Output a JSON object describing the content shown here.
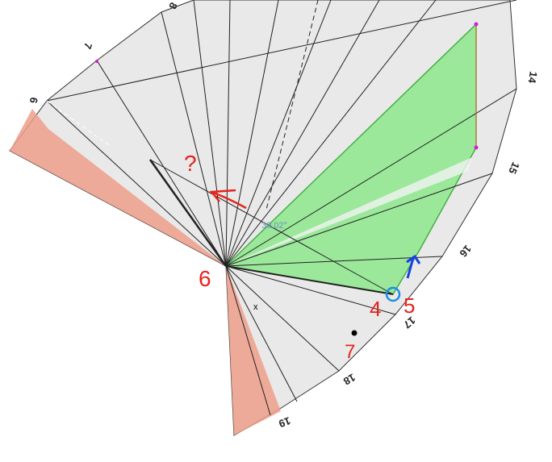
{
  "edge_labels": [
    "6",
    "7",
    "8",
    "14",
    "15",
    "16",
    "17",
    "18",
    "19"
  ],
  "angle_label": "39.02°",
  "annotations": {
    "question_mark": "?",
    "hub_number": "6",
    "point_4": "4",
    "point_5": "5",
    "point_7": "7"
  },
  "axis_indicator": "x",
  "colors": {
    "green_fill": "#8ee88e",
    "salmon_fill": "#ef9f8a",
    "paper": "#e9e9e9",
    "annotation_red": "#e8231c",
    "annotation_blue": "#1a3fe0",
    "marker_magenta": "#d020d0"
  }
}
